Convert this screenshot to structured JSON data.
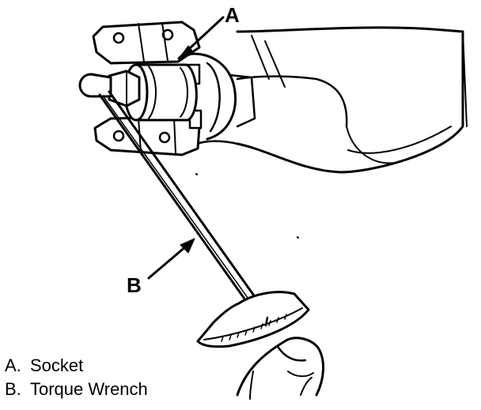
{
  "callouts": {
    "a": "A",
    "b": "B"
  },
  "legend": [
    {
      "key": "A.",
      "label": "Socket"
    },
    {
      "key": "B.",
      "label": "Torque Wrench"
    }
  ],
  "colors": {
    "ink": "#000000",
    "paper": "#ffffff"
  }
}
